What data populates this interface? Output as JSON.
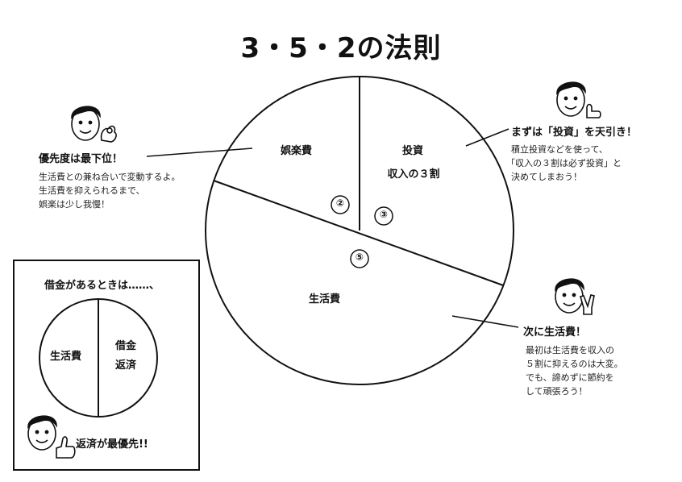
{
  "title": "3・5・2の法則",
  "pie": {
    "segments": [
      {
        "label": "娯楽費",
        "marker": "②",
        "ratio": 2
      },
      {
        "label_lines": [
          "投資",
          "収入の３割"
        ],
        "marker": "③",
        "ratio": 3
      },
      {
        "label": "生活費",
        "marker": "⑤",
        "ratio": 5
      }
    ]
  },
  "callouts": {
    "leisure": {
      "heading": "優先度は最下位！",
      "lines": [
        "生活費との兼ね合いで変動するよ。",
        "生活費を抑えられるまで、",
        "娯楽は少し我慢！"
      ]
    },
    "invest": {
      "heading": "まずは「投資」を天引き！",
      "lines": [
        "積立投資などを使って、",
        "「収入の３割は必ず投資」と",
        "決めてしまおう！"
      ]
    },
    "living": {
      "heading": "次に生活費！",
      "lines": [
        "最初は生活費を収入の",
        "５割に抑えるのは大変。",
        "でも、諦めずに節約を",
        "して頑張ろう！"
      ]
    }
  },
  "inset": {
    "heading": "借金があるときは……、",
    "left_label": "生活費",
    "right_label_lines": [
      "借金",
      "返済"
    ],
    "footer": "返済が最優先!!"
  },
  "icons": [
    "man-ok-sign-icon",
    "man-pointing-icon",
    "man-peace-sign-icon",
    "man-thumbs-up-icon"
  ]
}
